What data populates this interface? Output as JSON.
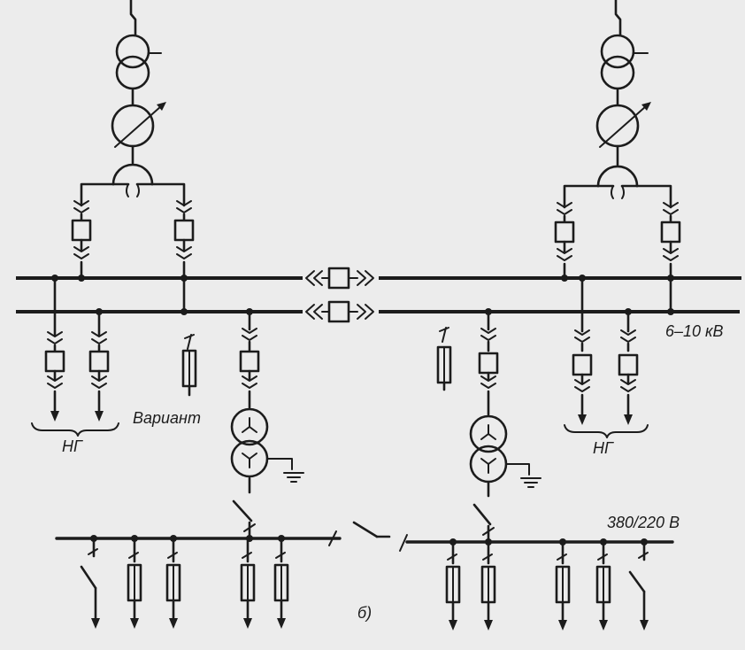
{
  "diagram": {
    "labels": {
      "voltage_hv": "6–10 кВ",
      "voltage_lv": "380/220 В",
      "variant": "Вариант",
      "ng_left": "НГ",
      "ng_right": "НГ",
      "figure_letter": "б)"
    },
    "colors": {
      "ink": "#1c1c1c",
      "paper": "#ececec"
    }
  }
}
